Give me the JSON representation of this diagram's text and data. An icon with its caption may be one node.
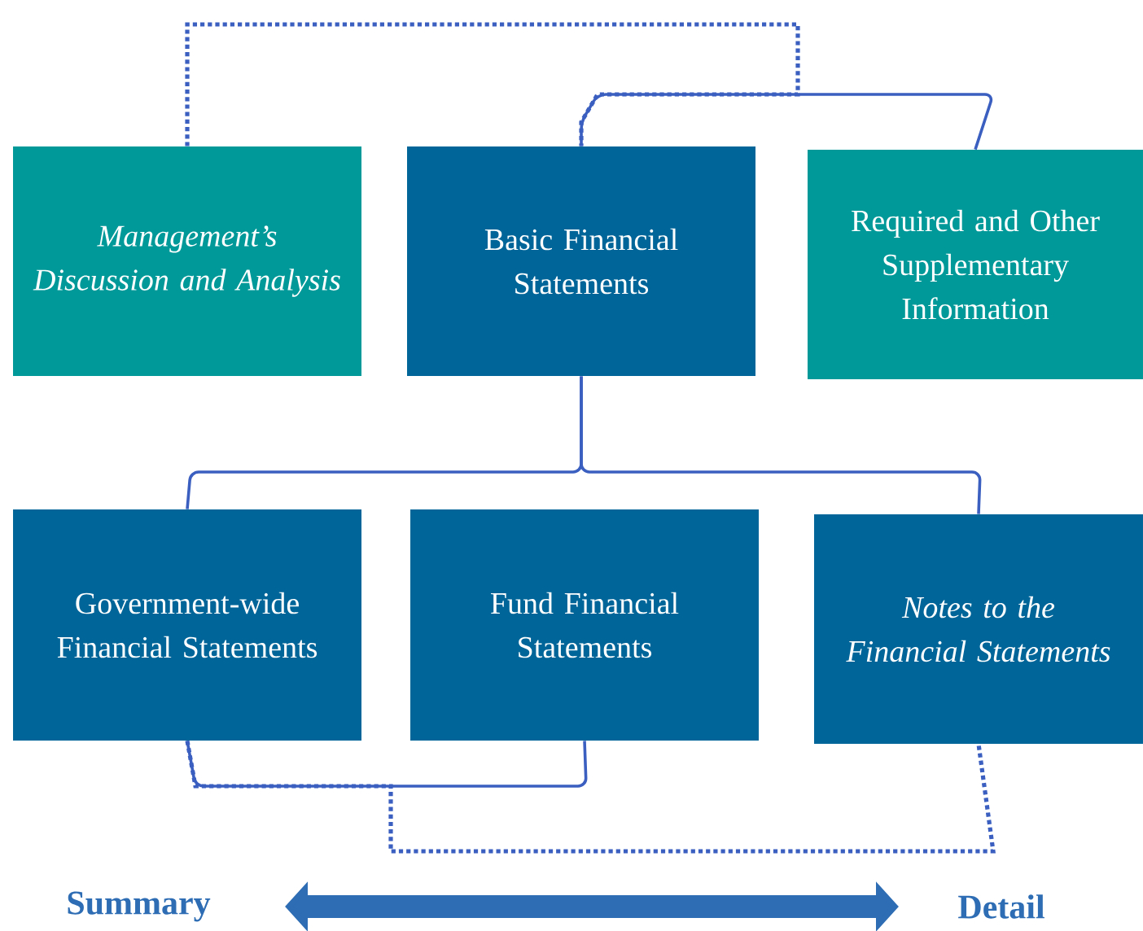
{
  "diagram": {
    "nodes": [
      {
        "text": [
          "Management’s Discussion and Analysis"
        ]
      },
      {
        "text": [
          "Basic Financial Statements"
        ]
      },
      {
        "text": [
          "Required and Other Supplementary Information"
        ]
      },
      {
        "text": [
          "Government-wide Financial Statements"
        ]
      },
      {
        "text": [
          "Fund Financial Statements"
        ]
      },
      {
        "text": [
          "Notes to the Financial Statements"
        ]
      }
    ],
    "edges": [
      {
        "from": 1,
        "to": 2,
        "arrow": "none"
      },
      {
        "from": 0,
        "to": 1,
        "arrow": "none",
        "style": "dashed"
      },
      {
        "from": 1,
        "to": 3,
        "arrow": "none"
      },
      {
        "from": 1,
        "to": 5,
        "arrow": "none"
      },
      {
        "from": 3,
        "to": 4,
        "arrow": "none"
      },
      {
        "from": 3,
        "to": 5,
        "arrow": "none",
        "style": "dashed"
      }
    ],
    "labels": [
      "Summary",
      "Detail"
    ]
  }
}
